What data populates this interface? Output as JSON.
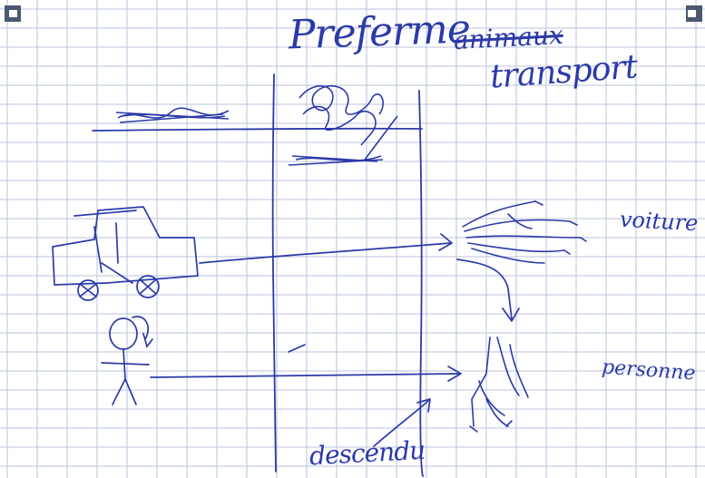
{
  "page": {
    "background": "#ffffff",
    "grid_color": "#b9c3dd",
    "ink_color": "#2c3aa8"
  },
  "texts": {
    "title": "Preferme",
    "crossed_word": "animaux",
    "transport": "transport",
    "voiture": "voiture",
    "personne": "personne",
    "bottom_label": "descendu"
  },
  "drawings": [
    "car",
    "stick-figure",
    "claw-hand",
    "standing-hand"
  ],
  "icons": [
    "binder-hole-icon",
    "binder-hole-icon"
  ]
}
